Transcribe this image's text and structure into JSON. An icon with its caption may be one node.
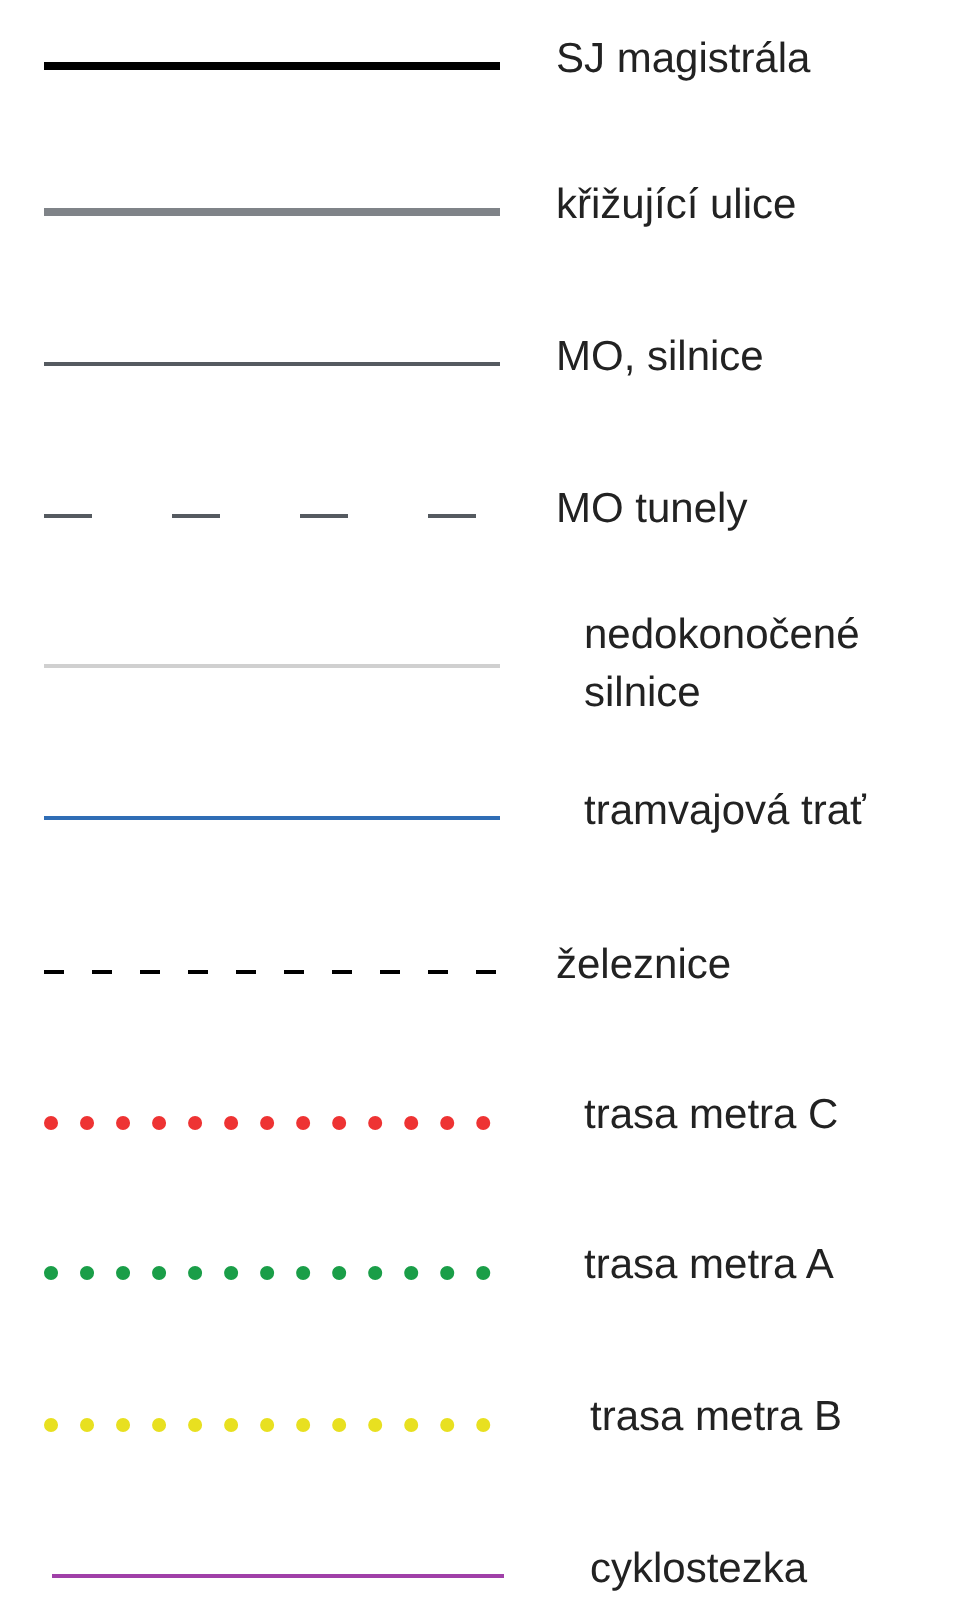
{
  "diagram": {
    "legend": [
      {
        "text": "SJ magistrála"
      },
      {
        "text": "křižující ulice"
      },
      {
        "text": "MO, silnice"
      },
      {
        "text": "MO tunely"
      },
      {
        "text": "nedokonočené silnice"
      },
      {
        "text": "tramvajová trať"
      },
      {
        "text": "železnice"
      },
      {
        "text": "trasa metra C"
      },
      {
        "text": "trasa metra A"
      },
      {
        "text": "trasa metra B"
      },
      {
        "text": "cyklostezka"
      }
    ]
  }
}
